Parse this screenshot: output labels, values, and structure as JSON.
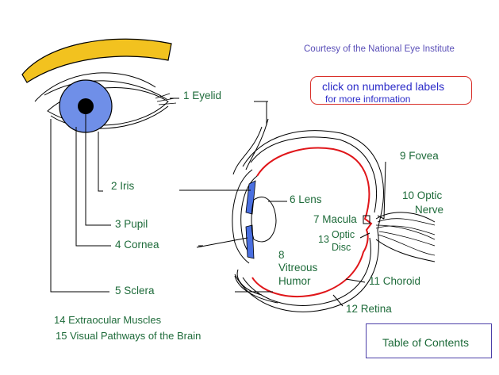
{
  "courtesy": "Courtesy of the National Eye Institute",
  "instruction": {
    "line1": "click on numbered labels",
    "line2": "for more information"
  },
  "labels": {
    "eyelid": "1  Eyelid",
    "iris": "2  Iris",
    "pupil": "3  Pupil",
    "cornea": "4  Cornea",
    "sclera": "5   Sclera",
    "lens": "6 Lens",
    "macula": "7 Macula",
    "vitreous_num": "8",
    "vitreous_1": "Vitreous",
    "vitreous_2": "Humor",
    "fovea": "9  Fovea",
    "optic_nerve_1": "10  Optic",
    "optic_nerve_2": "Nerve",
    "choroid": "11 Choroid",
    "retina": "12  Retina",
    "optic_disc_num": "13",
    "optic_disc_1": "Optic",
    "optic_disc_2": "Disc",
    "extraocular": "14 Extraocular Muscles",
    "visual_pathways": "15 Visual Pathways of the Brain"
  },
  "toc": "Table of Contents",
  "colors": {
    "eyebrow": "#f2c21f",
    "iris": "#6f8fe8",
    "lens_blue": "#4a6fe0",
    "retina_red": "#e0161a",
    "label_green": "#1e6b3a",
    "courtesy_purple": "#5a4fb8",
    "link_blue": "#2a2ac8",
    "box_red": "#d9302a"
  }
}
